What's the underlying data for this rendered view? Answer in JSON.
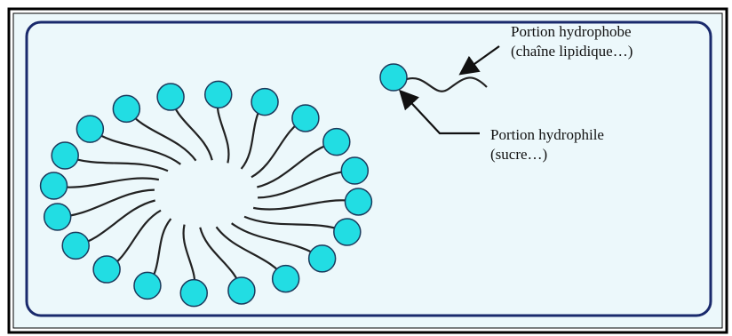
{
  "labels": {
    "hydrophobic_line1": "Portion hydrophobe",
    "hydrophobic_line2": "(chaîne lipidique…)",
    "hydrophilic_line1": "Portion hydrophile",
    "hydrophilic_line2": "(sucre…)"
  },
  "colors": {
    "background": "#ecf8fb",
    "frame": "#1a2a6c",
    "outer_border": "#000000",
    "head_fill": "#22dde3",
    "head_stroke": "#1b3a5c",
    "tail": "#222222",
    "arrow": "#111111"
  },
  "diagram": {
    "micelle_molecule_count": 20,
    "free_molecule_count": 1
  }
}
